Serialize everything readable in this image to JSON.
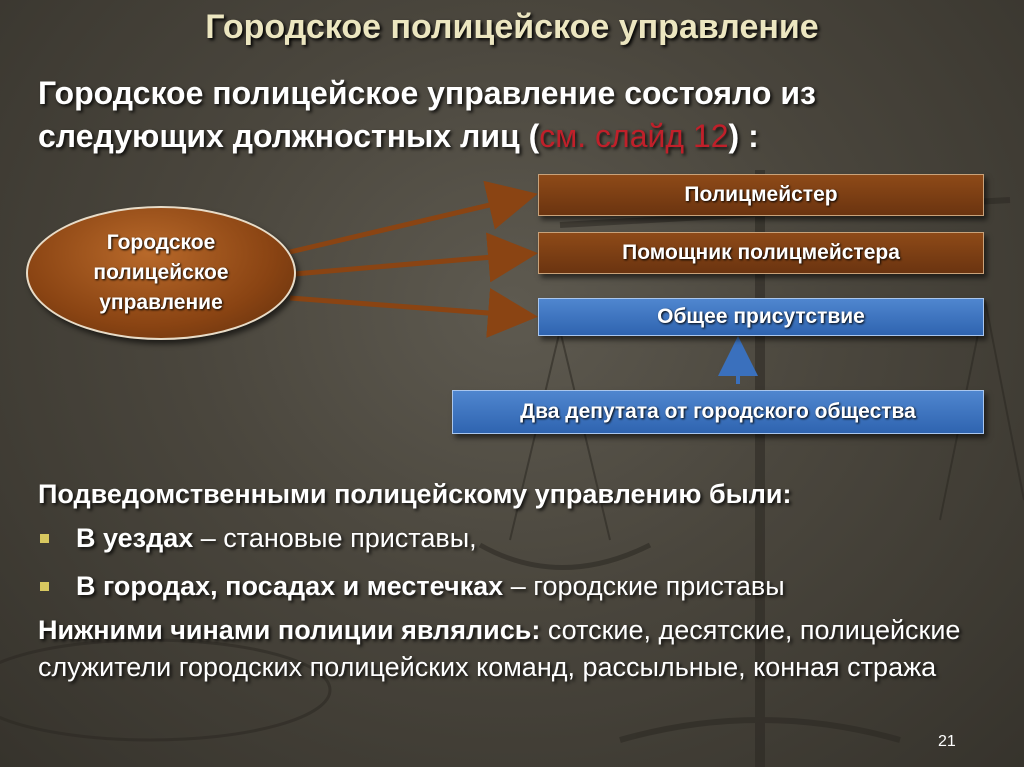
{
  "title": "Городское полицейское управление",
  "intro": {
    "text_before": "Городское полицейское управление состояло из следующих должностных лиц (",
    "ref": "см. слайд 12",
    "text_after": ") :"
  },
  "diagram": {
    "source": "Городское полицейское управление",
    "boxes": [
      "Полицмейстер",
      "Помощник полицмейстера",
      "Общее присутствие",
      "Два депутата от городского общества"
    ]
  },
  "subordinates": {
    "heading": "Подведомственными полицейскому управлению были:",
    "items": [
      {
        "bold": "В уездах",
        "rest": " – становые приставы,"
      },
      {
        "bold": "В городах, посадах и местечках",
        "rest": " – городские приставы"
      }
    ]
  },
  "lower_ranks": {
    "bold": "Нижними чинами полиции являлись:",
    "rest": " сотские, десятские, полицейские служители городских полицейских команд, рассыльные, конная стража"
  },
  "page_number": "21",
  "colors": {
    "ref": "#c0202a",
    "brown_box": "#7a3c12",
    "blue_box": "#3a70bd",
    "title": "#ece6c0"
  }
}
